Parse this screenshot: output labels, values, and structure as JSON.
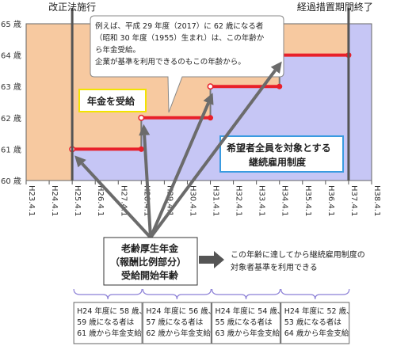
{
  "chart_data": {
    "type": "step-area",
    "x_ticks": [
      "H23.4.1",
      "H24.4.1",
      "H25.4.1",
      "H26.4.1",
      "H27.4.1",
      "H28.4.1",
      "H29.4.1",
      "H30.4.1",
      "H31.4.1",
      "H32.4.1",
      "H33.4.1",
      "H34.4.1",
      "H35.4.1",
      "H36.4.1",
      "H37.4.1",
      "H38.4.1"
    ],
    "y_ticks": [
      "60 歳",
      "61 歳",
      "62 歳",
      "63 歳",
      "64 歳",
      "65 歳"
    ],
    "ylim": [
      60,
      65
    ],
    "pension_start_age": [
      {
        "from": "H25.4.1",
        "to": "H28.4.1",
        "age": 61
      },
      {
        "from": "H28.4.1",
        "to": "H31.4.1",
        "age": 62
      },
      {
        "from": "H31.4.1",
        "to": "H34.4.1",
        "age": 63
      },
      {
        "from": "H34.4.1",
        "to": "H37.4.1",
        "age": 64
      },
      {
        "from": "H37.4.1",
        "to": "H38.4.1",
        "age": 65
      }
    ],
    "vertical_markers": [
      {
        "x": "H25.4.1",
        "label": "改正法施行"
      },
      {
        "x": "H37.4.1",
        "label": "経過措置期間終了"
      }
    ],
    "colors": {
      "pension_area": "#f7c9a0",
      "employment_area": "#c6c6f5",
      "step_line": "#e8202a",
      "marker_line": "#555555"
    }
  },
  "annotations": {
    "callout_lines": [
      "例えば、平成 29 年度（2017）に 62 歳になる者",
      "（昭和 30 年度（1955）生まれ）は、この年齢か",
      "ら年金受給。",
      "企業が基準を利用できるのもこの年齢から。"
    ],
    "pension_label": "年金を受給",
    "employment_label_lines": [
      "希望者全員を対象とする",
      "継続雇用制度"
    ],
    "pension_box_lines": [
      "老齢厚生年金",
      "（報酬比例部分）",
      "受給開始年齢"
    ],
    "arrow_note_lines": [
      "この年齢に達してから継続雇用制度の",
      "対象者基準を利用できる"
    ],
    "bottom_notes": [
      [
        "H24 年度に 58 歳、",
        "59 歳になる者は",
        "61 歳から年金支給"
      ],
      [
        "H24 年度に 56 歳、",
        "57 歳になる者は",
        "62 歳から年金支給"
      ],
      [
        "H24 年度に 54 歳、",
        "55 歳になる者は",
        "63 歳から年金支給"
      ],
      [
        "H24 年度に 52 歳、",
        "53 歳になる者は",
        "64 歳から年金支給"
      ]
    ]
  }
}
